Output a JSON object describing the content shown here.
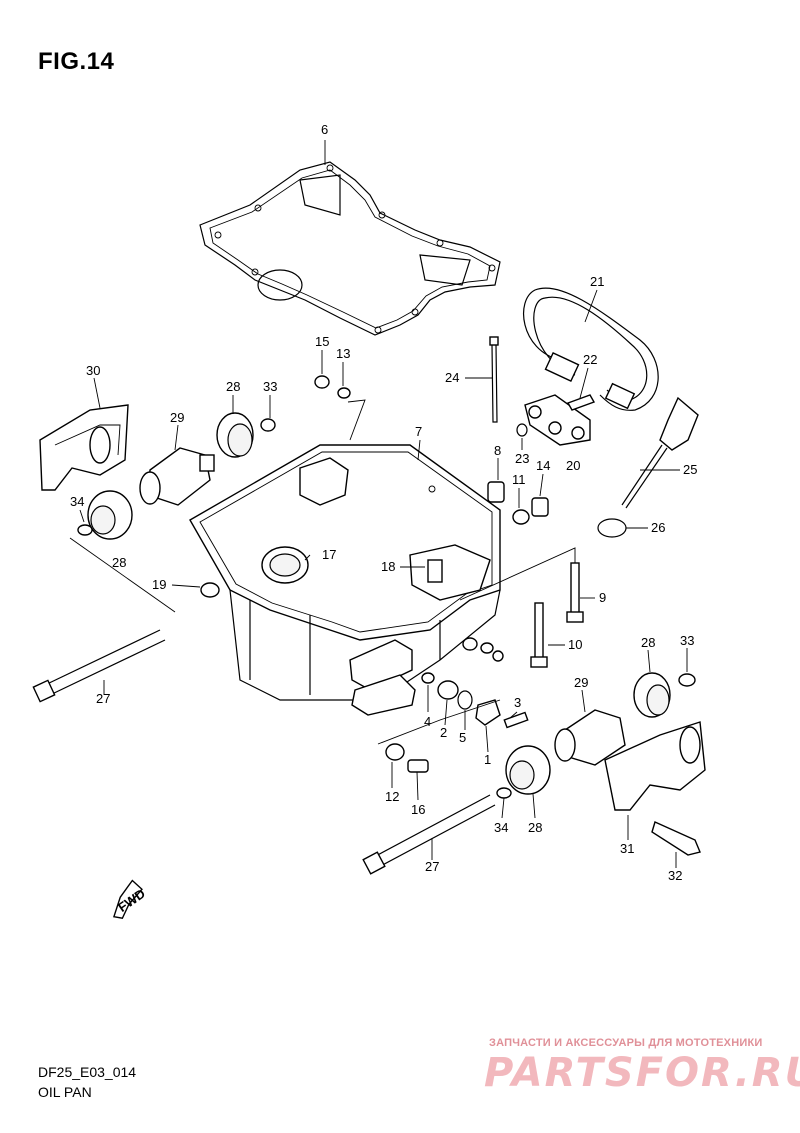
{
  "header": {
    "fig_title": "FIG.14"
  },
  "footer": {
    "model_code": "DF25_E03_014",
    "section_name": "OIL PAN"
  },
  "watermark": {
    "caption": "ЗАПЧАСТИ И АКСЕССУАРЫ ДЛЯ МОТОТЕХНИКИ",
    "logo_text": "PARTSFOR.RU",
    "color": "#e8404d"
  },
  "callouts": [
    "6",
    "21",
    "22",
    "15",
    "13",
    "30",
    "28",
    "33",
    "29",
    "7",
    "24",
    "23",
    "20",
    "8",
    "11",
    "14",
    "25",
    "34",
    "28",
    "26",
    "17",
    "18",
    "19",
    "9",
    "10",
    "27",
    "28",
    "33",
    "29",
    "4",
    "2",
    "5",
    "3",
    "1",
    "12",
    "16",
    "34",
    "28",
    "27",
    "31",
    "32"
  ],
  "fwd_label": "FWD"
}
